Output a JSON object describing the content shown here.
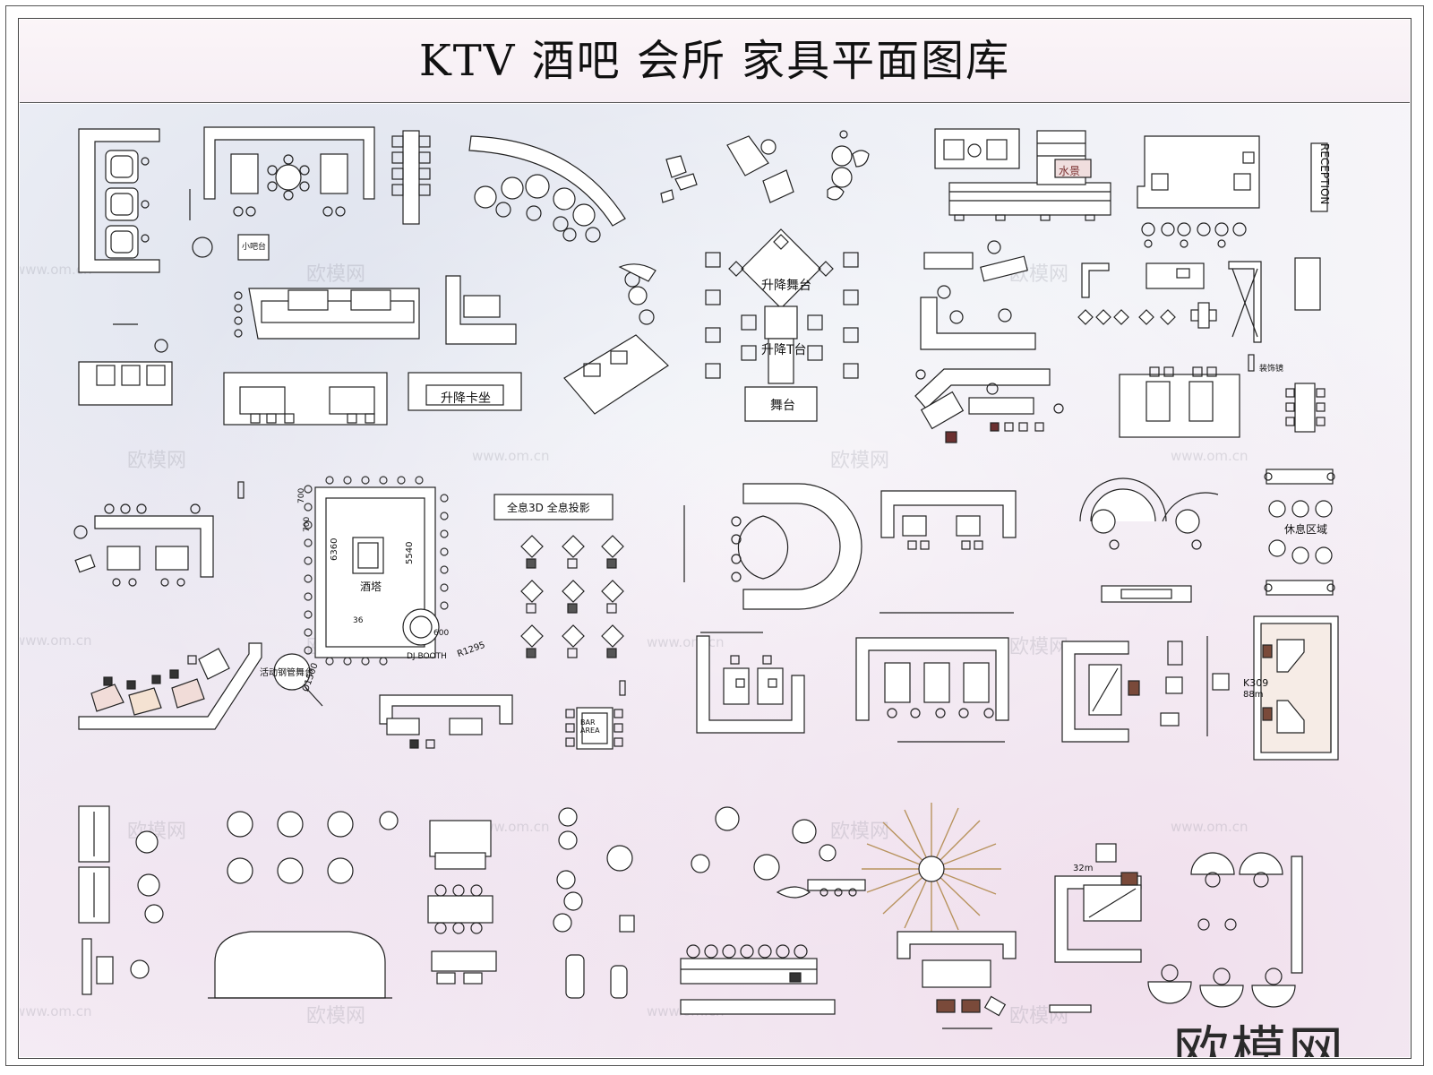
{
  "title": "KTV 酒吧 会所 家具平面图库",
  "brand": "欧模网",
  "watermarks": [
    {
      "text": "欧模网",
      "size": "l"
    },
    {
      "text": "www.om.cn",
      "size": "s"
    }
  ],
  "labels": {
    "stage_lift": "升降舞台",
    "t_stage_lift": "升降T台",
    "stage": "舞台",
    "lift_seat": "升降卡坐",
    "reception": "RECEPTION",
    "water_feature": "水景",
    "small_bar": "小吧台",
    "projection": "全息3D 全息投影",
    "wine_tower": "酒塔",
    "dj_booth": "DJ BOOTH",
    "dim_6360": "6360",
    "dim_5540": "5540",
    "dim_700a": "700",
    "dim_700b": "700",
    "dim_600": "600",
    "dim_r1295": "R1295",
    "dim_1500": "Ø1500",
    "dance_platform": "活动钢管舞台",
    "bar_area": "BAR AREA",
    "rest_area": "休息区域",
    "room_k309": "K309",
    "room_area": "88m",
    "room_32": "32m",
    "mirror": "装饰镜",
    "dim_36": "36"
  },
  "colors": {
    "line": "#222222",
    "accent_warm": "#c79a6a",
    "accent_dark": "#7a4a3a",
    "pink_fill": "#f3e0e6"
  },
  "icons": [
    "chair-icon",
    "sofa-icon",
    "table-icon",
    "person-icon",
    "plant-icon",
    "bar-stool-icon",
    "spotlight-icon"
  ]
}
